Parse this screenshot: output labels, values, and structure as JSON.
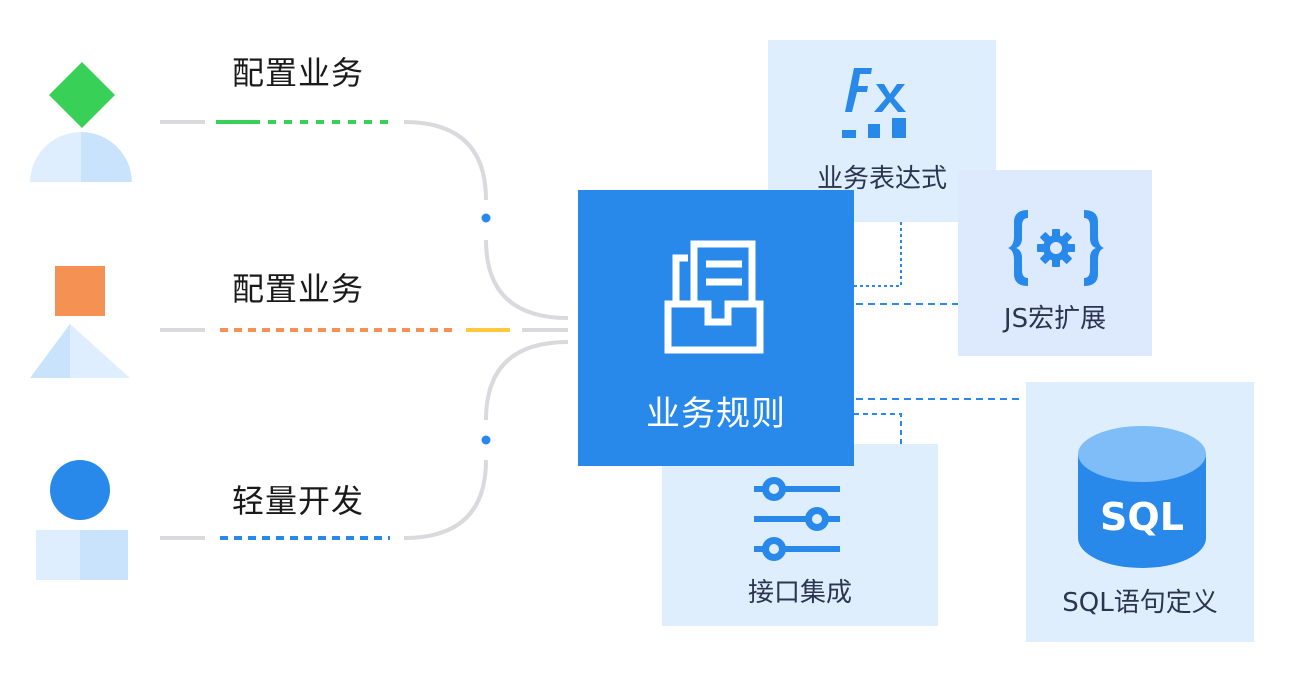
{
  "diagram": {
    "left_roles": [
      {
        "label": "配置业务",
        "shape": "diamond",
        "shape_color": "#39d057",
        "line_color": "#39d057"
      },
      {
        "label": "配置业务",
        "shape": "square",
        "shape_color": "#f59152",
        "line_color": "#f59152",
        "accent_color": "#ffc83d"
      },
      {
        "label": "轻量开发",
        "shape": "circle",
        "shape_color": "#2889ea",
        "line_color": "#2889ea"
      }
    ],
    "center": {
      "label": "业务规则",
      "icon": "document-tray-icon",
      "color": "#2889ea"
    },
    "capabilities": [
      {
        "label": "业务表达式",
        "icon": "fx-function-icon"
      },
      {
        "label": "JS宏扩展",
        "icon": "braces-gear-icon"
      },
      {
        "label": "接口集成",
        "icon": "sliders-icon"
      },
      {
        "label": "SQL语句定义",
        "icon": "database-sql-icon",
        "icon_text": "SQL"
      }
    ],
    "colors": {
      "connector_gray": "#d9d9de",
      "card_bg": "#dfeefd",
      "accent_blue": "#2889ea",
      "person_light": "#deeefe",
      "person_mid": "#c9e3fd"
    }
  }
}
